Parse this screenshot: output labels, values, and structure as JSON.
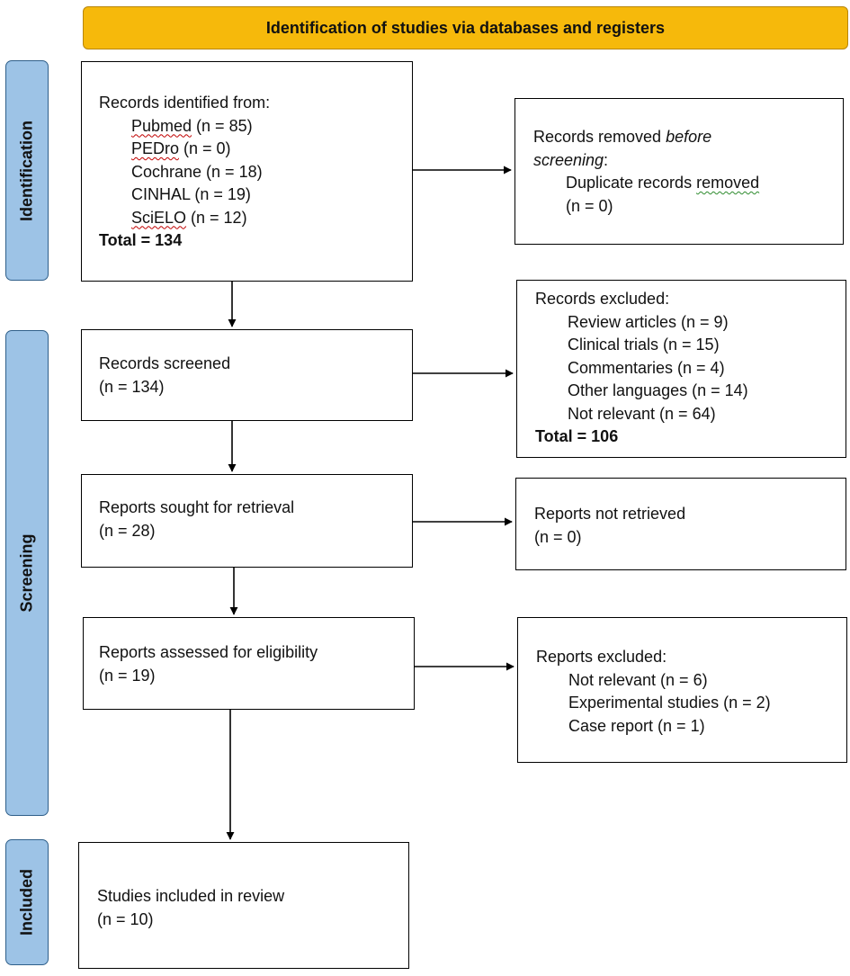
{
  "header": {
    "title": "Identification of studies via databases and registers"
  },
  "phases": {
    "identification": "Identification",
    "screening": "Screening",
    "included": "Included"
  },
  "identified": {
    "heading": "Records identified from:",
    "sources": [
      {
        "name": "Pubmed",
        "count": " (n = 85)"
      },
      {
        "name": "PEDro",
        "count": " (n = 0)"
      },
      {
        "name": "Cochrane",
        "count": " (n = 18)"
      },
      {
        "name": "CINHAL",
        "count": " (n = 19)"
      },
      {
        "name": "SciELO",
        "count": " (n = 12)"
      }
    ],
    "total": "Total = 134"
  },
  "removed": {
    "line1": "Records removed ",
    "line1_italic": "before",
    "line2_italic": "screening",
    "line2_colon": ":",
    "line3_a": "Duplicate records ",
    "line3_b": "removed",
    "line4": "(n = 0)"
  },
  "screened": {
    "label": "Records screened",
    "count": "(n = 134)"
  },
  "excluded_records": {
    "heading": "Records excluded:",
    "items": [
      "Review articles (n = 9)",
      "Clinical trials (n = 15)",
      "Commentaries (n = 4)",
      "Other languages (n = 14)",
      "Not relevant (n = 64)"
    ],
    "total": "Total = 106"
  },
  "sought": {
    "label": "Reports sought for retrieval",
    "count": "(n = 28)"
  },
  "not_retrieved": {
    "label": "Reports not retrieved",
    "count": "(n = 0)"
  },
  "assessed": {
    "label": "Reports assessed for eligibility",
    "count": "(n = 19)"
  },
  "excluded_reports": {
    "heading": "Reports excluded:",
    "items": [
      "Not relevant (n = 6)",
      "Experimental studies (n = 2)",
      "Case report (n = 1)"
    ]
  },
  "included": {
    "label": "Studies included in review",
    "count": "(n = 10)"
  }
}
